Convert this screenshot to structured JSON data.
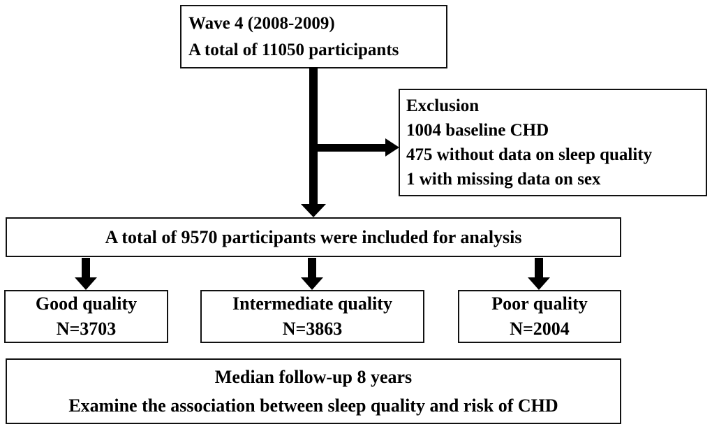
{
  "diagram": {
    "type": "flowchart",
    "background_color": "#ffffff",
    "box_border_color": "#111111",
    "arrow_color": "#000000",
    "text_color": "#000000"
  },
  "boxes": {
    "wave4": {
      "lines": [
        "Wave 4 (2008-2009)",
        "A total of 11050 participants"
      ]
    },
    "exclusion": {
      "lines": [
        "Exclusion",
        "1004 baseline CHD",
        "475 without data on sleep quality",
        "1 with missing data on sex"
      ]
    },
    "included": {
      "lines": [
        "A total of 9570 participants were included for analysis"
      ]
    },
    "good": {
      "lines": [
        "Good quality",
        "N=3703"
      ]
    },
    "intermediate": {
      "lines": [
        "Intermediate quality",
        "N=3863"
      ]
    },
    "poor": {
      "lines": [
        "Poor quality",
        "N=2004"
      ]
    },
    "followup": {
      "lines": [
        "Median follow-up 8 years",
        "Examine the association between sleep quality and risk of CHD"
      ]
    }
  },
  "flow": {
    "edges": [
      {
        "from": "wave4",
        "to": "included",
        "style": "thick-down-arrow"
      },
      {
        "from": "wave4-included-connector",
        "to": "exclusion",
        "style": "thick-right-arrow"
      },
      {
        "from": "included",
        "to": "good",
        "style": "thick-down-arrow"
      },
      {
        "from": "included",
        "to": "intermediate",
        "style": "thick-down-arrow"
      },
      {
        "from": "included",
        "to": "poor",
        "style": "thick-down-arrow"
      }
    ]
  }
}
